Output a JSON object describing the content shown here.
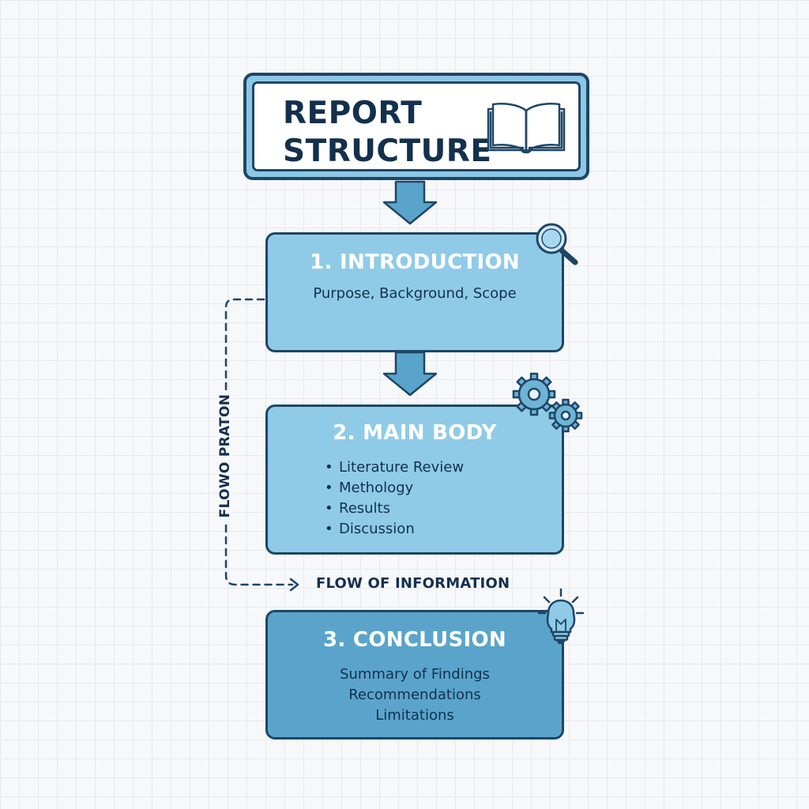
{
  "title": {
    "text": "REPORT\nSTRUCTURE",
    "icon": "open-book-icon"
  },
  "sections": [
    {
      "title": "1. INTRODUCTION",
      "subtitle": "Purpose, Background, Scope",
      "icon": "magnifying-glass-icon"
    },
    {
      "title": "2. MAIN BODY",
      "items": [
        "Literature Review",
        "Methology",
        "Results",
        "Discussion"
      ],
      "icon": "gears-icon"
    },
    {
      "title": "3. CONCLUSION",
      "lines": [
        "Summary of Findings",
        "Recommendations",
        "Limitations"
      ],
      "icon": "lightbulb-icon"
    }
  ],
  "flow": {
    "vertical_label": "FLOWO PRATON",
    "horizontal_label": "FLOW OF INFORMATION"
  },
  "colors": {
    "outline": "#1e4666",
    "box_fill": "#8fcbe7",
    "box_fill_dark": "#5aa4cb",
    "arrow_fill": "#5aa4cb",
    "text_dark": "#13304d",
    "text_light": "#ffffff"
  }
}
